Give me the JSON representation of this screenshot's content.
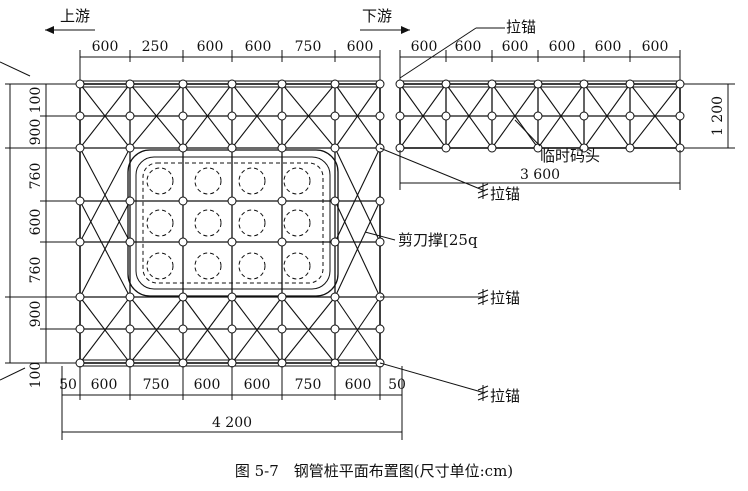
{
  "labels": {
    "upstream": "上游",
    "downstream": "下游",
    "anchor": "拉锚",
    "temp_wharf": "临时码头",
    "scissor_brace": "剪刀撑[25q"
  },
  "caption": "图 5-7　钢管桩平面布置图(尺寸单位:cm)",
  "dims": {
    "top_main": [
      "600",
      "250",
      "600",
      "600",
      "750",
      "600"
    ],
    "top_wharf": [
      "600",
      "600",
      "600",
      "600",
      "600",
      "600"
    ],
    "bottom": [
      "50",
      "600",
      "750",
      "600",
      "600",
      "750",
      "600",
      "50"
    ],
    "left": [
      "100",
      "900",
      "760",
      "600",
      "760",
      "900",
      "100"
    ],
    "total_width": "4 200",
    "wharf_length": "3 600",
    "wharf_width": "1 200"
  }
}
